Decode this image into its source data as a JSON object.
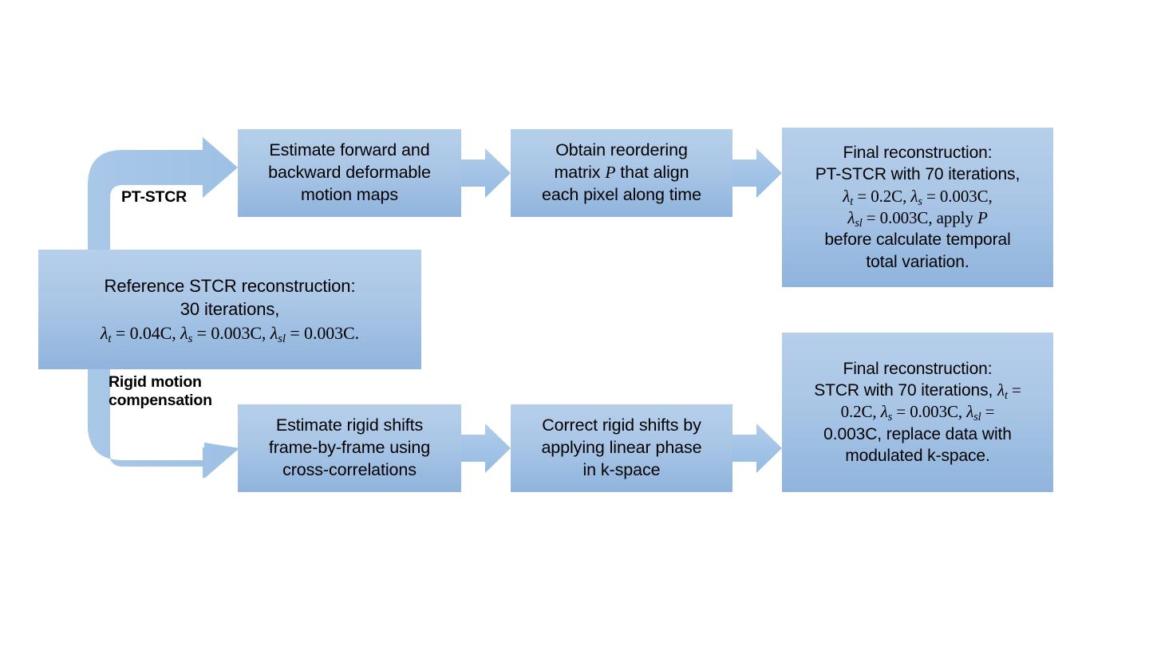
{
  "diagram": {
    "title": "PT-STCR and rigid motion compensation reconstruction pipeline",
    "colors": {
      "box_fill_top": "#b6cfeb",
      "box_fill_bottom": "#8fb4dd",
      "arrow_fill": "#9dc3e6",
      "text": "#000000",
      "background": "#ffffff"
    },
    "reference": {
      "line1": "Reference STCR reconstruction:",
      "line2": "30 iterations,",
      "line3_parts": {
        "lt": "λ",
        "lt_sub": "t",
        "lt_val": " = 0.04C, ",
        "ls": "λ",
        "ls_sub": "s",
        "ls_val": " = 0.003C, ",
        "lsl": "λ",
        "lsl_sub": "sl",
        "lsl_val": " = 0.003C."
      },
      "plain_text": "Reference STCR reconstruction: 30 iterations, λ_t = 0.04C, λ_s = 0.003C, λ_sl = 0.003C."
    },
    "branches": [
      {
        "id": "pt-stcr",
        "label": "PT-STCR"
      },
      {
        "id": "rigid-motion",
        "label": "Rigid motion\ncompensation"
      }
    ],
    "top_row": [
      {
        "id": "estimate-deformable-motion",
        "lines": [
          "Estimate forward and",
          "backward deformable",
          "motion maps"
        ]
      },
      {
        "id": "obtain-reordering-matrix",
        "lines_pre": [
          "Obtain reordering",
          "matrix "
        ],
        "italic_var": "P",
        "lines_post": [
          " that align",
          "each pixel along time"
        ],
        "plain_text": "Obtain reordering matrix P that align each pixel along time"
      },
      {
        "id": "final-reconstruction-pt-stcr",
        "line1": "Final reconstruction:",
        "line2": "PT-STCR with 70 iterations,",
        "line3": {
          "lt": "λ",
          "lt_sub": "t",
          "lt_val": " = 0.2C, ",
          "ls": "λ",
          "ls_sub": "s",
          "ls_val": " = 0.003C,"
        },
        "line4": {
          "lsl": "λ",
          "lsl_sub": "sl",
          "lsl_val": " = 0.003C, apply ",
          "var": "P"
        },
        "line5": "before calculate temporal",
        "line6": "total variation.",
        "plain_text": "Final reconstruction: PT-STCR with 70 iterations, λ_t = 0.2C, λ_s = 0.003C, λ_sl = 0.003C, apply P before calculate temporal total variation."
      }
    ],
    "bottom_row": [
      {
        "id": "estimate-rigid-shifts",
        "lines": [
          "Estimate rigid shifts",
          "frame-by-frame using",
          "cross-correlations"
        ]
      },
      {
        "id": "correct-rigid-shifts",
        "lines": [
          "Correct rigid shifts by",
          "applying linear phase",
          "in k-space"
        ]
      },
      {
        "id": "final-reconstruction-stcr",
        "line1": "Final reconstruction:",
        "line2": {
          "pre": "STCR with 70 iterations, ",
          "lt": "λ",
          "lt_sub": "t",
          "eq": " ="
        },
        "line3": {
          "v1": "0.2C, ",
          "ls": "λ",
          "ls_sub": "s",
          "ls_val": " = 0.003C, ",
          "lsl": "λ",
          "lsl_sub": "sl",
          "eq": " ="
        },
        "line4": "0.003C, replace data with",
        "line5": "modulated k-space.",
        "plain_text": "Final reconstruction: STCR with 70 iterations, λ_t = 0.2C, λ_s = 0.003C, λ_sl = 0.003C, replace data with modulated k-space."
      }
    ],
    "connectors": [
      {
        "id": "ref-to-pt-stcr",
        "kind": "elbow-arrow-up"
      },
      {
        "id": "ref-to-rigid",
        "kind": "elbow-arrow-down"
      },
      {
        "id": "top-1-to-2",
        "kind": "block-arrow-right"
      },
      {
        "id": "top-2-to-3",
        "kind": "block-arrow-right"
      },
      {
        "id": "bottom-1-to-2",
        "kind": "block-arrow-right"
      },
      {
        "id": "bottom-2-to-3",
        "kind": "block-arrow-right"
      }
    ]
  }
}
